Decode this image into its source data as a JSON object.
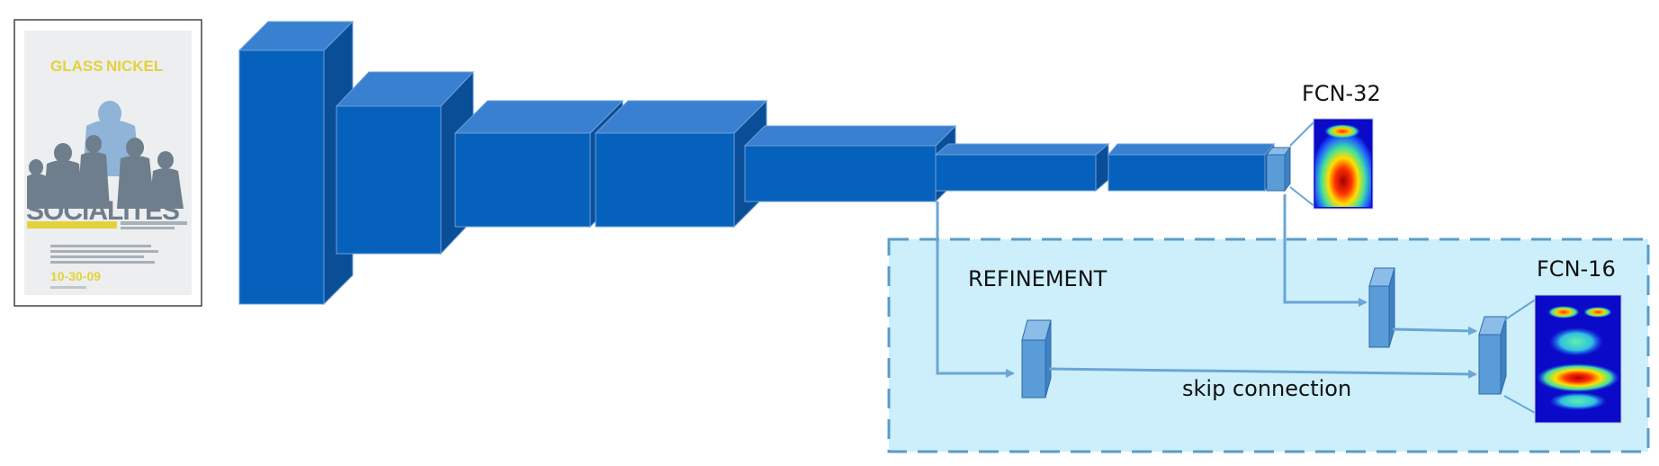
{
  "labels": {
    "fcn32": "FCN-32",
    "fcn16": "FCN-16",
    "refinement": "REFINEMENT",
    "skip": "skip connection"
  },
  "poster": {
    "title_a": "GLASS",
    "title_b": "NICKEL",
    "headline": "SOCIALITES",
    "date": "10-30-09"
  },
  "colors": {
    "block_front": "#0561BC",
    "block_top": "#3A80D0",
    "block_side": "#0A4E98",
    "small_front": "#5A9CD8",
    "small_top": "#8BBDE8",
    "small_side": "#3F82C4",
    "arrow": "#6AA6D6",
    "refine_bg": "#CCEFFB",
    "refine_border": "#5A9CC8",
    "poster_yellow": "#E4D23A",
    "poster_gray": "#6E7E8C"
  }
}
